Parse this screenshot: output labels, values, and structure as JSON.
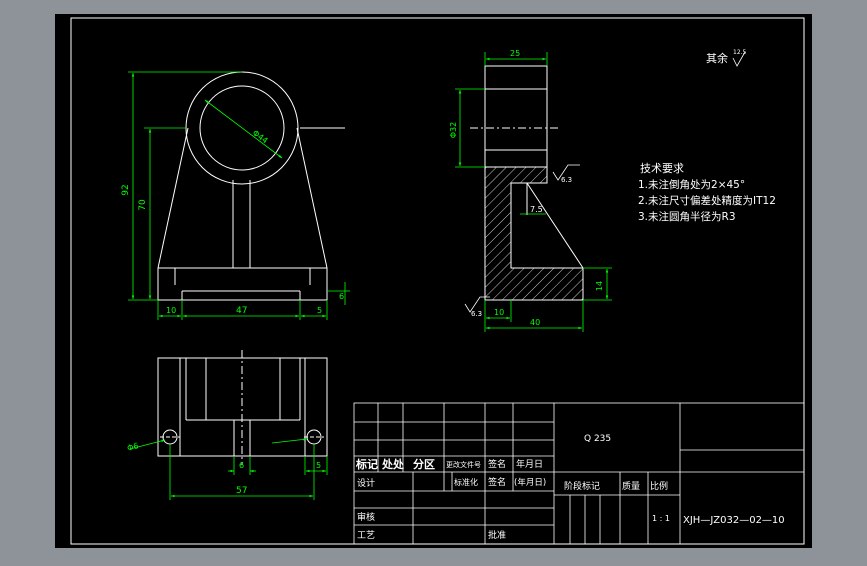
{
  "colors": {
    "backdrop": "#8e939a",
    "sheet": "#000000",
    "part": "#ffffff",
    "dimension": "#00ff00",
    "titleblock_line": "#ffffff"
  },
  "roughness_note": "其余",
  "roughness_value": "12.5",
  "tech": {
    "title": "技术要求",
    "items": [
      "1.未注倒角处为2×45°",
      "2.未注尺寸偏差处精度为IT12",
      "3.未注圆角半径为R3"
    ]
  },
  "front_view": {
    "dim_height_total": "92",
    "dim_height_center": "70",
    "dim_diameter": "Φ44",
    "dim_left": "10",
    "dim_slot": "47",
    "dim_right": "5",
    "dim_base": "6"
  },
  "side_view": {
    "dim_top_width": "25",
    "dim_diameter": "Φ32",
    "dim_rib": "7.5",
    "dim_base_height": "14",
    "dim_left": "10",
    "dim_width": "40",
    "rough_top": "6.3",
    "rough_bottom": "6.3"
  },
  "top_view": {
    "dim_hole": "Φ6",
    "dim_center": "6",
    "dim_right": "5",
    "dim_length": "57"
  },
  "title_block": {
    "material": "Q 235",
    "row_labels": {
      "mark": "标记",
      "count": "处处",
      "zone": "分区",
      "doc": "更改文件号",
      "sign": "签名",
      "date": "年月日",
      "design": "设计",
      "standard": "标准化",
      "sign2": "签名",
      "date2": "(年月日)",
      "stage": "阶段标记",
      "mass": "质量",
      "scale": "比例",
      "review": "审核",
      "craft": "工艺",
      "approve": "批准"
    },
    "scale_value": "1 : 1",
    "drawing_number": "XJH—JZ032—02—10"
  }
}
